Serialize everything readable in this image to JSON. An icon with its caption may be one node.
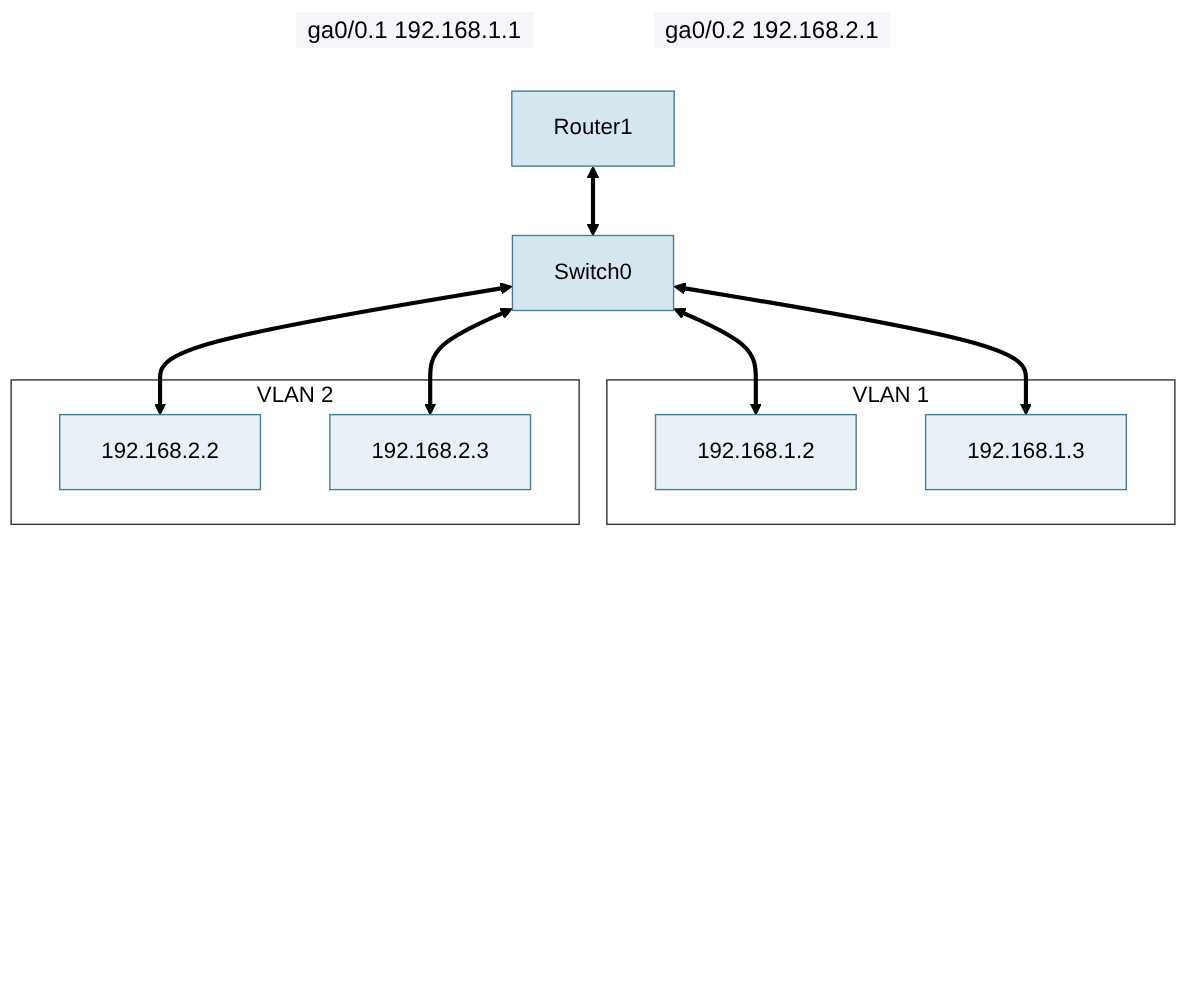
{
  "diagram": {
    "nodes": [
      {
        "text": [
          "Router1"
        ]
      },
      {
        "text": [
          "Switch0"
        ]
      },
      {
        "text": [
          "VLAN 1"
        ]
      },
      {
        "text": [
          "192.168.1.2"
        ],
        "in": 2
      },
      {
        "text": [
          "192.168.1.3"
        ],
        "in": 2
      },
      {
        "text": [
          "VLAN 2"
        ]
      },
      {
        "text": [
          "192.168.2.2"
        ],
        "in": 5
      },
      {
        "text": [
          "192.168.2.3"
        ],
        "in": 5
      }
    ],
    "edges": [
      {
        "from": 0,
        "to": 1,
        "arrow": "both"
      },
      {
        "from": 1,
        "to": 3,
        "arrow": "both"
      },
      {
        "from": 1,
        "to": 4,
        "arrow": "both"
      },
      {
        "from": 1,
        "to": 6,
        "arrow": "both"
      },
      {
        "from": 1,
        "to": 7,
        "arrow": "both"
      }
    ],
    "labels": [
      "ga0/0.1 192.168.1.1",
      "ga0/0.2 192.168.2.1"
    ]
  }
}
